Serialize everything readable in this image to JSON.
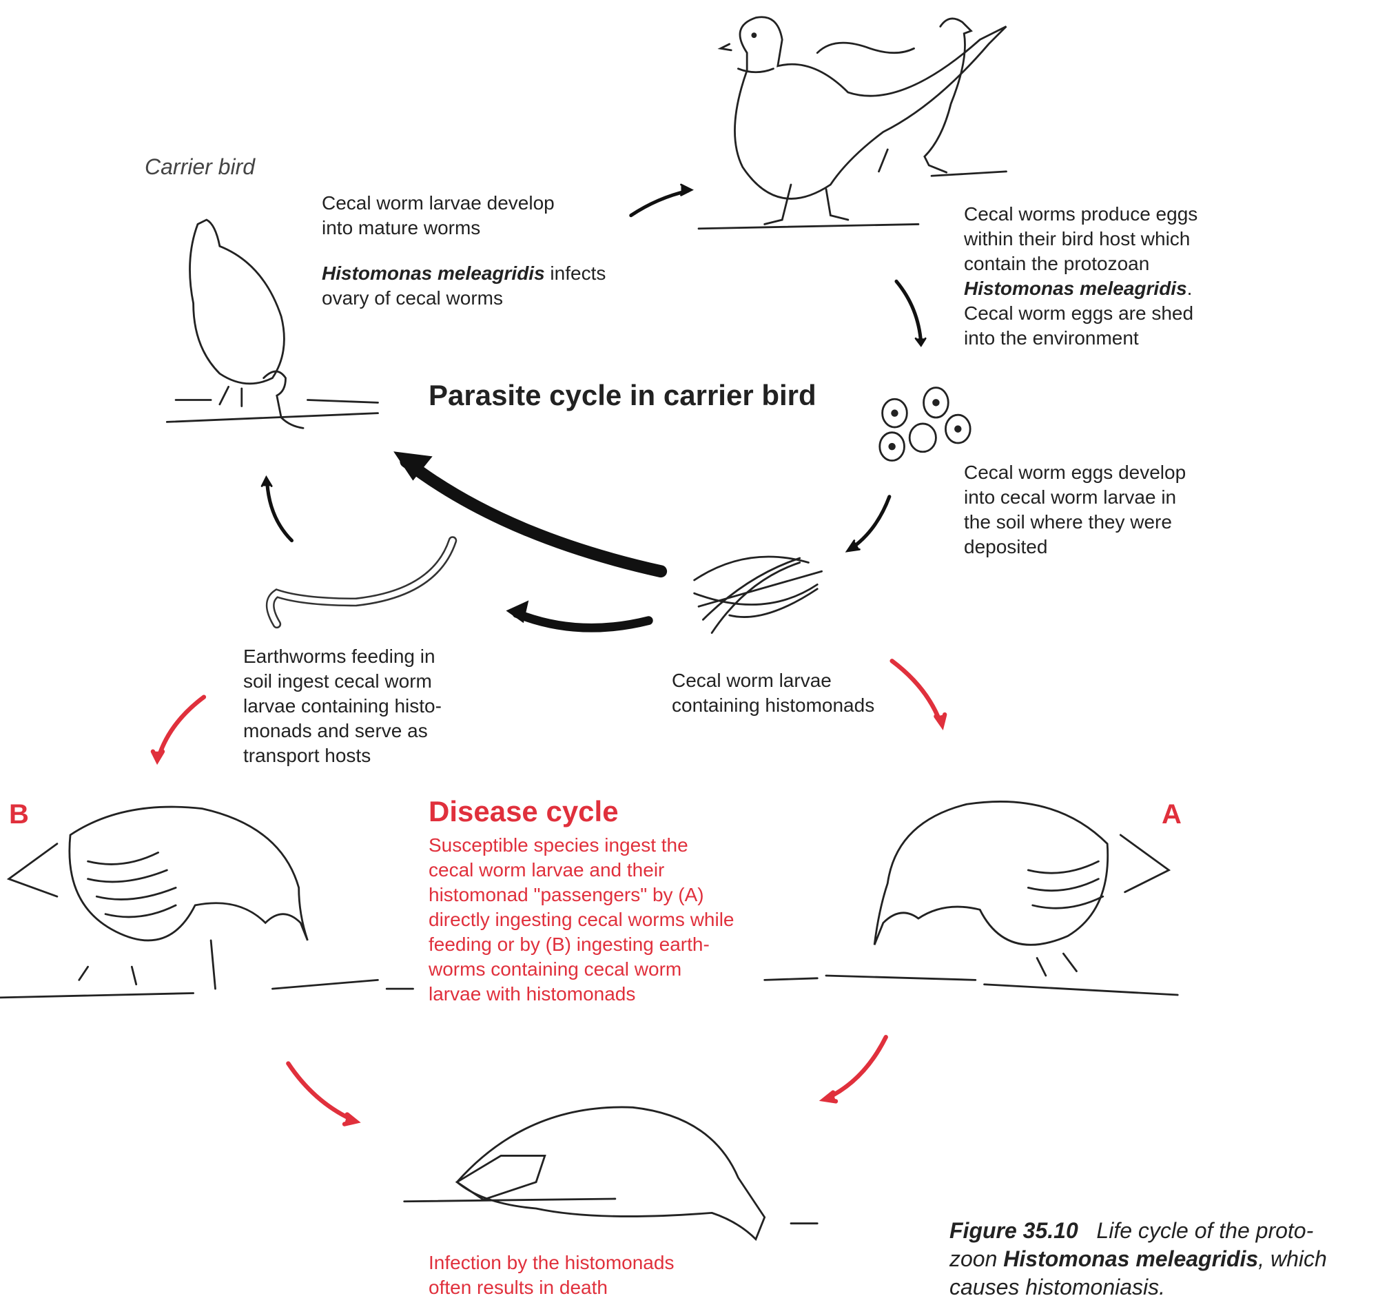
{
  "labels": {
    "carrier_bird": "Carrier bird",
    "parasite_title": "Parasite cycle in carrier bird",
    "disease_title": "Disease cycle",
    "marker_a": "A",
    "marker_b": "B"
  },
  "steps": {
    "larvae_develop": {
      "line1": "Cecal worm larvae develop",
      "line2": "into mature worms",
      "species": "Histomonas meleagridis",
      "line3_rest": " infects",
      "line4": "ovary of cecal worms"
    },
    "eggs_produce": {
      "line1": "Cecal worms produce eggs",
      "line2": "within their bird host which",
      "line3": "contain the protozoan",
      "species": "Histomonas meleagridis",
      "line4_rest": ".",
      "line5": "Cecal worm eggs are shed",
      "line6": "into the environment"
    },
    "eggs_develop": {
      "lines": [
        "Cecal worm eggs develop",
        "into cecal worm larvae in",
        "the soil where they were",
        "deposited"
      ]
    },
    "larvae_containing": {
      "lines": [
        "Cecal worm larvae",
        "containing histomonads"
      ]
    },
    "earthworms": {
      "lines": [
        "Earthworms feeding in",
        "soil ingest cecal worm",
        "larvae containing histo-",
        "monads and serve as",
        "transport hosts"
      ]
    },
    "disease_text": {
      "lines": [
        "Susceptible species ingest the",
        "cecal worm larvae and their",
        "histomonad \"passengers\" by (A)",
        "directly ingesting cecal worms while",
        "feeding or by (B) ingesting earth-",
        "worms containing cecal worm",
        "larvae with histomonads"
      ]
    },
    "death": {
      "lines": [
        "Infection by the histomonads",
        "often results in death"
      ]
    }
  },
  "caption": {
    "figure_label": "Figure 35.10",
    "line1_rest": "   Life cycle of the proto-",
    "line2_start": "zoon ",
    "species": "Histomonas meleagridis",
    "line2_rest": ", which",
    "line3": "causes histomoniasis."
  },
  "colors": {
    "red": "#e0303c",
    "ink": "#222222"
  }
}
